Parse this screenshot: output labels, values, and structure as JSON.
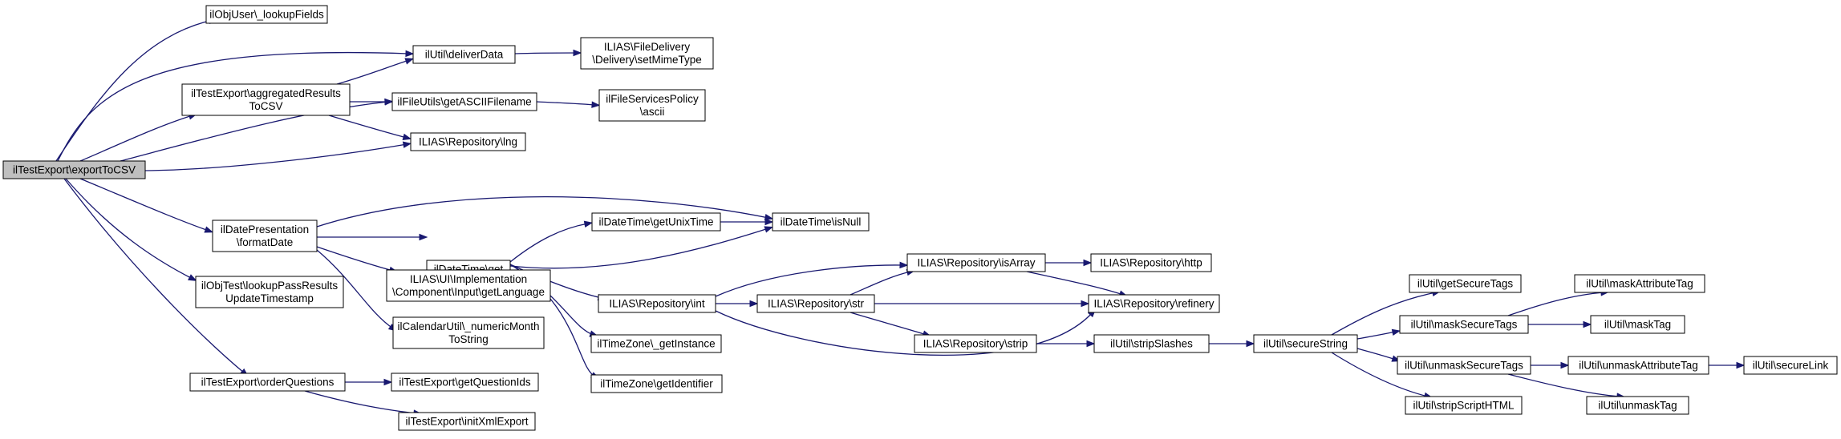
{
  "colors": {
    "edge": "#191970",
    "node_fill": "#ffffff",
    "root_fill": "#bfbfbf",
    "border": "#000000"
  },
  "nodes": {
    "export_to_csv": [
      "ilTestExport\\exportToCSV"
    ],
    "lookup_fields": [
      "ilObjUser\\_lookupFields"
    ],
    "deliver_data": [
      "ilUtil\\deliverData"
    ],
    "set_mime_type": [
      "ILIAS\\FileDelivery",
      "\\Delivery\\setMimeType"
    ],
    "aggregated_results": [
      "ilTestExport\\aggregatedResults",
      "ToCSV"
    ],
    "get_ascii_filename": [
      "ilFileUtils\\getASCIIFilename"
    ],
    "ascii": [
      "ilFileServicesPolicy",
      "\\ascii"
    ],
    "repo_lng": [
      "ILIAS\\Repository\\lng"
    ],
    "format_date": [
      "ilDatePresentation",
      "\\formatDate"
    ],
    "get_unix_time": [
      "ilDateTime\\getUnixTime"
    ],
    "is_null": [
      "ilDateTime\\isNull"
    ],
    "datetime_get": [
      "ilDateTime\\get"
    ],
    "get_language": [
      "ILIAS\\UI\\Implementation",
      "\\Component\\Input\\getLanguage"
    ],
    "lookup_pass_results": [
      "ilObjTest\\lookupPassResults",
      "UpdateTimestamp"
    ],
    "numeric_month": [
      "ilCalendarUtil\\_numericMonth",
      "ToString"
    ],
    "repo_is_array": [
      "ILIAS\\Repository\\isArray"
    ],
    "repo_http": [
      "ILIAS\\Repository\\http"
    ],
    "repo_int": [
      "ILIAS\\Repository\\int"
    ],
    "repo_str": [
      "ILIAS\\Repository\\str"
    ],
    "repo_refinery": [
      "ILIAS\\Repository\\refinery"
    ],
    "get_instance": [
      "ilTimeZone\\_getInstance"
    ],
    "repo_strip": [
      "ILIAS\\Repository\\strip"
    ],
    "strip_slashes": [
      "ilUtil\\stripSlashes"
    ],
    "secure_string": [
      "ilUtil\\secureString"
    ],
    "get_identifier": [
      "ilTimeZone\\getIdentifier"
    ],
    "get_secure_tags": [
      "ilUtil\\getSecureTags"
    ],
    "mask_secure_tags": [
      "ilUtil\\maskSecureTags"
    ],
    "mask_attribute_tag": [
      "ilUtil\\maskAttributeTag"
    ],
    "mask_tag": [
      "ilUtil\\maskTag"
    ],
    "unmask_secure_tags": [
      "ilUtil\\unmaskSecureTags"
    ],
    "unmask_attribute_tag": [
      "ilUtil\\unmaskAttributeTag"
    ],
    "secure_link": [
      "ilUtil\\secureLink"
    ],
    "unmask_tag": [
      "ilUtil\\unmaskTag"
    ],
    "strip_script_html": [
      "ilUtil\\stripScriptHTML"
    ],
    "order_questions": [
      "ilTestExport\\orderQuestions"
    ],
    "get_question_ids": [
      "ilTestExport\\getQuestionIds"
    ],
    "init_xml_export": [
      "ilTestExport\\initXmlExport"
    ]
  },
  "edges": [
    [
      "export_to_csv",
      "lookup_fields"
    ],
    [
      "export_to_csv",
      "deliver_data"
    ],
    [
      "export_to_csv",
      "aggregated_results"
    ],
    [
      "export_to_csv",
      "get_ascii_filename"
    ],
    [
      "export_to_csv",
      "repo_lng"
    ],
    [
      "export_to_csv",
      "format_date"
    ],
    [
      "export_to_csv",
      "lookup_pass_results"
    ],
    [
      "export_to_csv",
      "order_questions"
    ],
    [
      "aggregated_results",
      "deliver_data"
    ],
    [
      "aggregated_results",
      "get_ascii_filename"
    ],
    [
      "aggregated_results",
      "repo_lng"
    ],
    [
      "deliver_data",
      "set_mime_type"
    ],
    [
      "get_ascii_filename",
      "ascii"
    ],
    [
      "format_date",
      "is_null"
    ],
    [
      "format_date",
      "datetime_get"
    ],
    [
      "format_date",
      "get_language"
    ],
    [
      "format_date",
      "numeric_month"
    ],
    [
      "datetime_get",
      "get_unix_time"
    ],
    [
      "datetime_get",
      "is_null"
    ],
    [
      "datetime_get",
      "repo_int"
    ],
    [
      "datetime_get",
      "get_instance"
    ],
    [
      "datetime_get",
      "get_identifier"
    ],
    [
      "get_unix_time",
      "is_null"
    ],
    [
      "repo_int",
      "repo_is_array"
    ],
    [
      "repo_int",
      "repo_str"
    ],
    [
      "repo_int",
      "repo_refinery"
    ],
    [
      "repo_str",
      "repo_is_array"
    ],
    [
      "repo_str",
      "repo_refinery"
    ],
    [
      "repo_str",
      "repo_strip"
    ],
    [
      "repo_is_array",
      "repo_http"
    ],
    [
      "repo_is_array",
      "repo_refinery"
    ],
    [
      "repo_strip",
      "strip_slashes"
    ],
    [
      "strip_slashes",
      "secure_string"
    ],
    [
      "secure_string",
      "get_secure_tags"
    ],
    [
      "secure_string",
      "mask_secure_tags"
    ],
    [
      "secure_string",
      "unmask_secure_tags"
    ],
    [
      "secure_string",
      "strip_script_html"
    ],
    [
      "mask_secure_tags",
      "mask_attribute_tag"
    ],
    [
      "mask_secure_tags",
      "mask_tag"
    ],
    [
      "unmask_secure_tags",
      "unmask_attribute_tag"
    ],
    [
      "unmask_secure_tags",
      "unmask_tag"
    ],
    [
      "unmask_attribute_tag",
      "secure_link"
    ],
    [
      "order_questions",
      "get_question_ids"
    ],
    [
      "order_questions",
      "init_xml_export"
    ]
  ]
}
